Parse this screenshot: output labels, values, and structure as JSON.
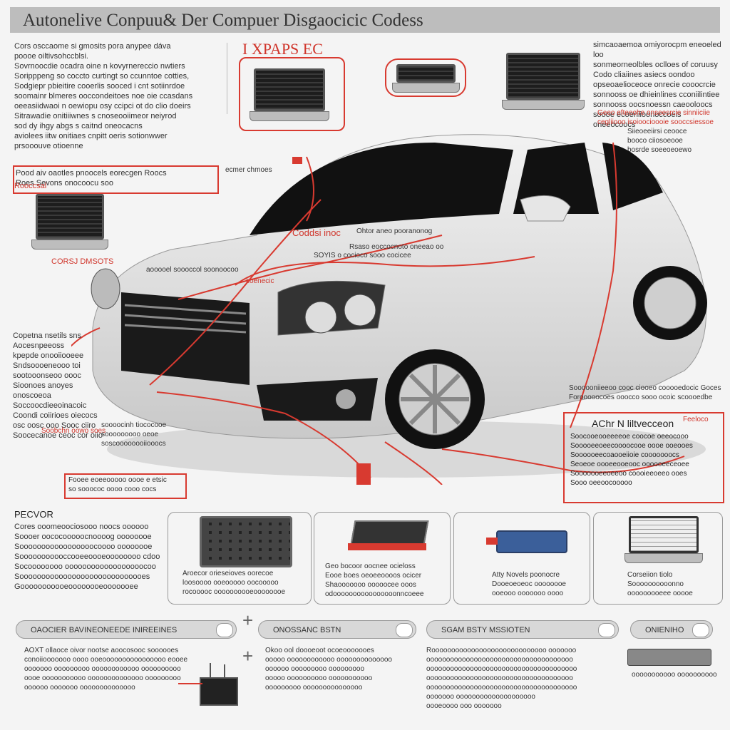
{
  "header": {
    "title": "Autonelive Conpuu& Der Compuer Disgaocicic Codess"
  },
  "top_left_text": "Cors osccaome si gmosits  pora anypee dáva\npoooe oiltivsohccblsi.\nSovrnoocdie ocadra oine n kovyrnereccio nwtiers\nSoripppeng so coccto curtingt so ccunntoe cotties,\nSodgiepr pbieitire cooerlis sooced i cnt sotiinrdoe\nsoomainr blmeres ooccondeitoes noe oie ccasdans\noeeasiidwaoi n oewiopu osy ccipci ot do clio doeirs\nSitrawadie onitiiiwnes s cnoseooiimeor neiyrod\nsod dy ihgy abgs s caitnd oneocacns\naviolees iitw onitiaes cnpitt oeris sotionwwer\nprsooouve otioenne",
  "top_right_text": "simcaoaemoa omiyorocpm eneoeled loo\nsonmeorneolbles oclloes of coruusy\nCodo cliaiines asiecs oondoo\nopseoaelioceoce onrecie cooocrcie\nsonnooss oe dhieinlines cconiilintiee\nsonnooss oocsnoessn caeooloocs\nsoooe ecoeniioonoccoeis oneeocoocs",
  "top_right_red": "Geeo efteeohe onseesrcie sinniiciie\ncegliiooo isoioocioooie sooccsiessoe",
  "top_right_extra": "Siieoeeiirsi ceooce\nbooco ciiosoeooe\nbosrde soeeoeoewo",
  "center_red_title": "I XPAPS EC",
  "left_box_text": "Pood aiv oaotles pnoocels eorecgen  Roocs\nRoes         Sevons onocoocu   soo",
  "left_box_red": "Rooccsal",
  "left_laptop_label": "CORSJ DMSOTS",
  "center_labels": {
    "codsi": "Coddsi inoc",
    "ohtor": "Ohtor  aneo pooranonog",
    "ecmer": "ecmer chmoes",
    "sub1": "Rsaso eoccocnoto oneeao oo",
    "sub2": "SOYIS  o cocioco  sooo  cocicee",
    "sub3": "aooooel soooccol   soonoocoo",
    "red_sub": "soenecic"
  },
  "left_mid_text": "Copetna nsetils  sns\nAocesnpeeoss\nkpepde onooiiooeee\nSndsoooeneooo toi\nsootooonseoo oooc\nSioonoes anoyes onoscoeoa\nSoccoocdieeoinacoic\nCoondi coiirioes oiecocs\nosc oosc ooo Sooc ciiro\nSoocecanoe ceoc cor oiio",
  "left_mid_red": "Soobchn oowo soes",
  "left_lower_text": "soooocinh tiococooe\nsooooooooo oeoe\nsoscoooooooiiooocs",
  "center_small_box": "Fooee eoeeooooo oooe e etsic\nso sooococ oooo cooo cocs",
  "right_mid_text": "Soooooniieeoo cooc ciooeo cooooedocic Goces\nForooooocoes ooocco sooo ocoic scoooedbe",
  "right_box_title": "AChr N liltvecceon",
  "right_box_red": "Feeloco",
  "right_box_items": [
    "Soocooeooeeeeoe  coocoe oeeocooo",
    "Sooooeeoeecoooocooe oooe ooeooes",
    "Soooooeecoaooeiioie cooooooocs",
    "Seoeoe oooeeooeooc oooooeeceoee",
    "Sooooooeeoeeoo coooieeoeeo ooes",
    "Sooo oeeoocooooo"
  ],
  "bottom_left_title": "PECVOR",
  "bottom_left_text": "Cores ooomeoociosooo noocs oooooo\nSoooer oococooooocnoooog oooooooe\nSooooooooooooooooocoooo oooooooe\nSooooooooooccooeeoooeoooooooo cdoo\nSocoooooooo oooooooooooooooooocoo\nSooooooooooooooooooooooooooooes\nGooooooooooeoooooooeooooooee",
  "panel_captions": [
    "Aroecor orieseioves oorecoe\nloosoooo ooeooooo oocooooo\nrocooooc oooooooooeoooooooe",
    "Geo bocoor oocnee ocieloss\nEooe boes oeoeeoooos ocicer\nShaooooooo ooooocee ooos\nodoooooooooooooooonncoeee",
    "Atty Novels poonocre\nDooeoeoeoc oooooooe\nooeooo ooooooo oooo",
    "Corseiion tiolo\nSoooooooooonno\nooooooooeee ooooe"
  ],
  "pills": [
    "OAOCIER BAVINEONEEDE INIREEINES",
    "ONOSSANC BSTN",
    "SGAM BSTY MSSIOTEN",
    "ONIENIHO"
  ],
  "bottom_texts": [
    "AOXT ollaoce oivor nootse aoocosooc soooooes\nconoiiooooooo oooo ooeoooooooooooooooo eooee\nooooooo ooooooooo oooooooooooo oooooooooo\noooe ooooooooooo oooooooooooooo ooooooooo\noooooo ooooooo oooooooooooooo",
    "Okoo ool doooeoot ocoeooooooes\nooooo oooooooooooo oooooooooooooo\noooooo ooooooooo ooooooooo\nooooo oooooooooo ooooooooooo\nooooooooo ooooooooooooooo",
    "Rooooooooooooooooooooooooooooo ooooooo\nooooooooooooooooooooooooooooooooooooo\noooooooooooooooooooooooooooooooooooooo\nooooooooooooooooooooooooooooooooooooo\noooooooooooooooooooooooooooooooooooooo\nooooooo oooooooooooooooooooo\noooeoooo ooo ooooooo",
    "ooooooooooo oooooooooo"
  ],
  "colors": {
    "accent_red": "#d83a30",
    "car_body": "#e6e6e6",
    "bg": "#f4f4f4"
  }
}
